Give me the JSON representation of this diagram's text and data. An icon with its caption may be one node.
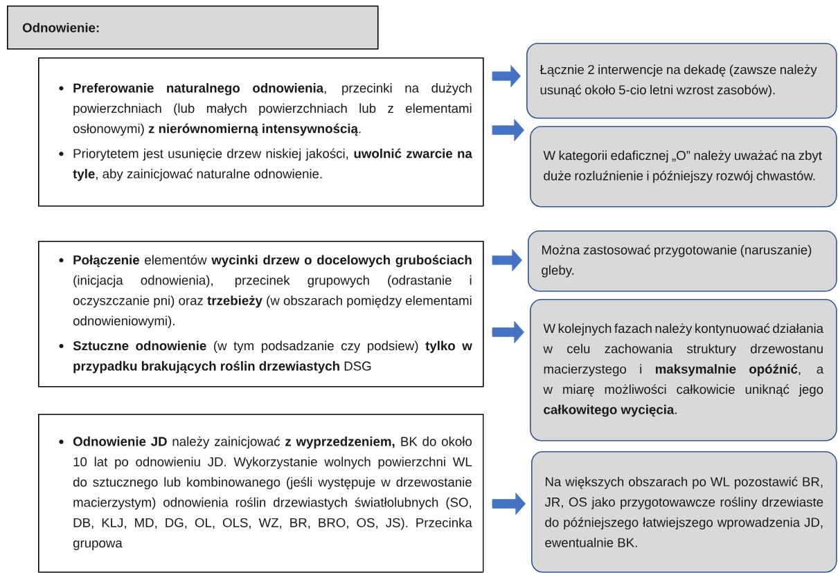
{
  "diagram": {
    "nodes": [
      {
        "text": [
          "Odnowienie:"
        ]
      },
      {
        "text": [
          "**Preferowanie naturalnego odnowienia**, przecinki na dużych powierzchniach (lub małych powierzchniach lub z elementami osłonowymi) **z nierównomierną intensywnością**.",
          "Priorytetem jest usunięcie drzew niskiej jakości, **uwolnić zwarcie na tyle**, aby zainicjować naturalne odnowienie."
        ]
      },
      {
        "text": [
          "Łącznie 2 interwencje na dekadę (zawsze należy usunąć około 5-cio letni wzrost zasobów)."
        ]
      },
      {
        "text": [
          "W kategorii edaficznej „O” należy uważać na zbyt duże rozluźnienie i późniejszy rozwój chwastów."
        ]
      },
      {
        "text": [
          "**Połączenie** elementów **wycinki drzew o docelowych grubościach** (inicjacja odnowienia), przecinek grupowych (odrastanie i oczyszczanie pni) oraz **trzebieży** (w obszarach pomiędzy elementami odnowieniowymi).",
          "**Sztuczne odnowienie** (w tym podsadzanie czy podsiew) **tylko w przypadku brakujących roślin drzewiastych** DSG"
        ]
      },
      {
        "text": [
          "Można zastosować przygotowanie (naruszanie) gleby."
        ]
      },
      {
        "text": [
          "W kolejnych fazach należy kontynuować działania w celu zachowania struktury drzewostanu macierzystego i **maksymalnie opóźnić**, a w miarę możliwości całkowicie uniknąć jego **całkowitego wycięcia**."
        ]
      },
      {
        "text": [
          "**Odnowienie JD** należy zainicjować **z wyprzedzeniem,** BK do około 10 lat po odnowieniu JD. Wykorzystanie wolnych powierzchni WL do sztucznego lub kombinowanego (jeśli występuje w drzewostanie macierzystym) odnowienia roślin drzewiastych światłolubnych (SO, DB, KLJ, MD, DG, OL, OLS, WZ, BR, BRO, OS, JS). Przecinka grupowa"
        ]
      },
      {
        "text": [
          "Na większych obszarach po WL pozostawić BR, JR, OS jako przygotowawcze rośliny drzewiaste do późniejszego łatwiejszego wprowadzenia JD, ewentualnie BK."
        ]
      }
    ],
    "edges": [
      {
        "from": 1,
        "to": 2,
        "arrow": "to"
      },
      {
        "from": 1,
        "to": 3,
        "arrow": "to"
      },
      {
        "from": 4,
        "to": 5,
        "arrow": "to"
      },
      {
        "from": 4,
        "to": 6,
        "arrow": "to"
      },
      {
        "from": 7,
        "to": 8,
        "arrow": "to"
      }
    ]
  }
}
